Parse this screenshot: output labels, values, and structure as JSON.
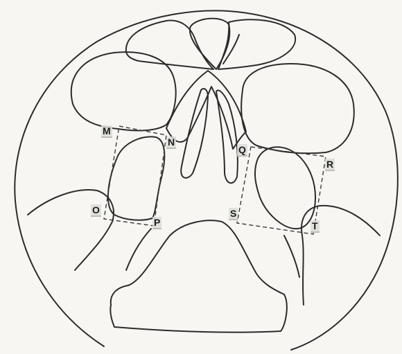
{
  "colors": {
    "line": "#2b2b2b",
    "background": "#f7f6f3",
    "label_box": "#dcdcd7"
  },
  "labels": {
    "M": "M",
    "N": "N",
    "O": "O",
    "P": "P",
    "Q": "Q",
    "R": "R",
    "S": "S",
    "T": "T"
  }
}
